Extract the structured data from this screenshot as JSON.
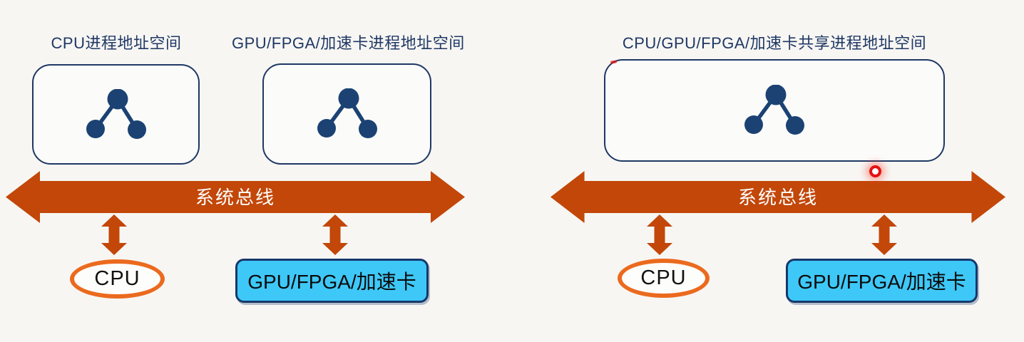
{
  "colors": {
    "background": "#f7f6f3",
    "bus": "#c24709",
    "navy": "#1f3864",
    "icon-blue": "#1b4273",
    "cpu-border": "#eb6a1e",
    "gpu-fill": "#3ec8f8",
    "gpu-border": "#17386b",
    "label-text": "#1f3864",
    "laser": "#e31212"
  },
  "left_diagram": {
    "address_spaces": [
      {
        "label": "CPU进程地址空间"
      },
      {
        "label": "GPU/FPGA/加速卡进程地址空间"
      }
    ],
    "bus_label": "系统总线",
    "cpu_label": "CPU",
    "accelerator_label": "GPU/FPGA/加速卡"
  },
  "right_diagram": {
    "address_space_label": "CPU/GPU/FPGA/加速卡共享进程地址空间",
    "bus_label": "系统总线",
    "cpu_label": "CPU",
    "accelerator_label": "GPU/FPGA/加速卡"
  }
}
